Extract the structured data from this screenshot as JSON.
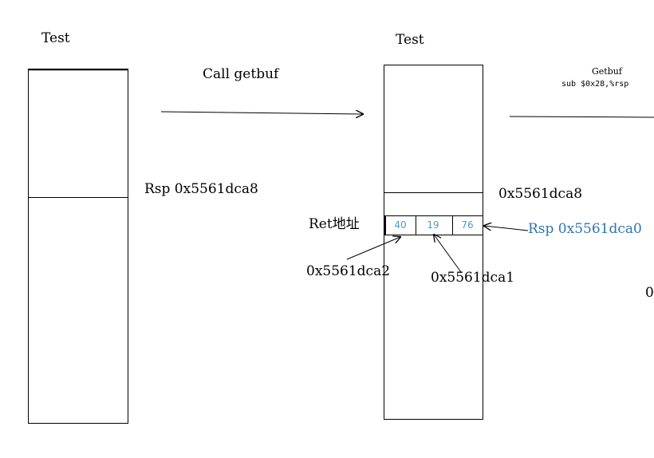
{
  "left_stack": {
    "title": "Test",
    "rsp_label": "Rsp 0x5561dca8"
  },
  "call_arrow": {
    "label": "Call getbuf"
  },
  "middle_stack": {
    "title": "Test",
    "addr_top": "0x5561dca8",
    "ret_label": "Ret地址",
    "bytes": [
      "40",
      "19",
      "76"
    ],
    "rsp_label": "Rsp 0x5561dca0",
    "addr_a2": "0x5561dca2",
    "addr_a1": "0x5561dca1"
  },
  "right_partial": {
    "func_title": "Getbuf",
    "instruction": "sub    $0x28,%rsp",
    "cut_text": "0"
  },
  "colors": {
    "line": "#000000",
    "rsp_blue": "#2e75b6",
    "byte_text": "#4a9bc8"
  }
}
